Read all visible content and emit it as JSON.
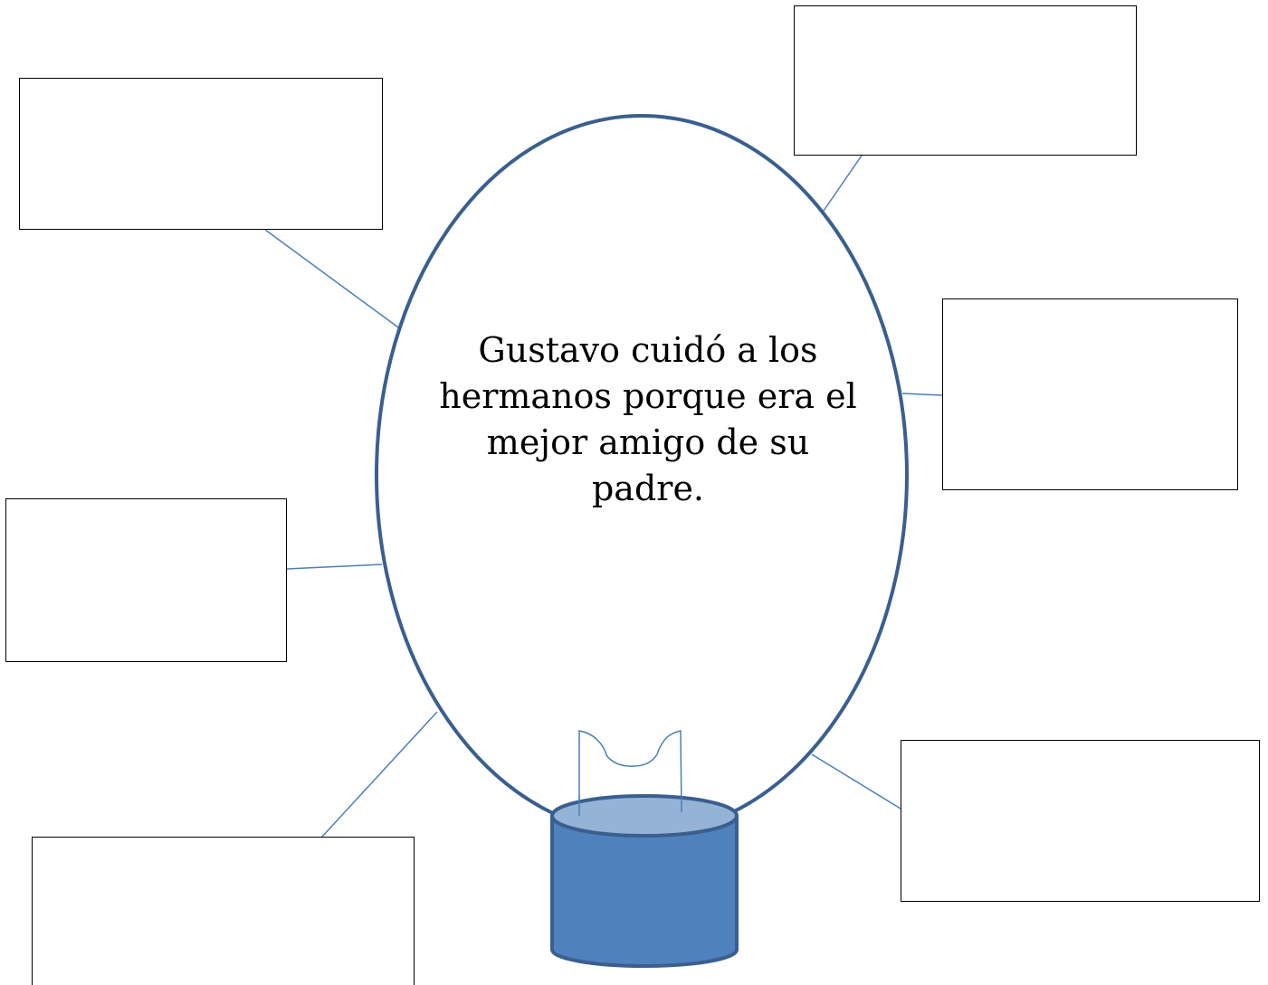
{
  "diagram": {
    "central_idea": "Gustavo cuidó a los hermanos porque era el mejor amigo de su padre.",
    "detail_boxes": [
      {
        "name": "detail-box-top-left",
        "text": ""
      },
      {
        "name": "detail-box-top-right",
        "text": ""
      },
      {
        "name": "detail-box-right",
        "text": ""
      },
      {
        "name": "detail-box-left",
        "text": ""
      },
      {
        "name": "detail-box-bottom-right",
        "text": ""
      },
      {
        "name": "detail-box-bottom-left",
        "text": ""
      }
    ],
    "colors": {
      "bulb_outline": "#3a5f8f",
      "connector_line": "#4a7ebb",
      "base_fill": "#4f81bd",
      "base_top_fill": "#95b3d7",
      "filament": "#4a7ebb",
      "box_border": "#000000"
    },
    "icons": {
      "bulb": "light-bulb-icon"
    }
  }
}
